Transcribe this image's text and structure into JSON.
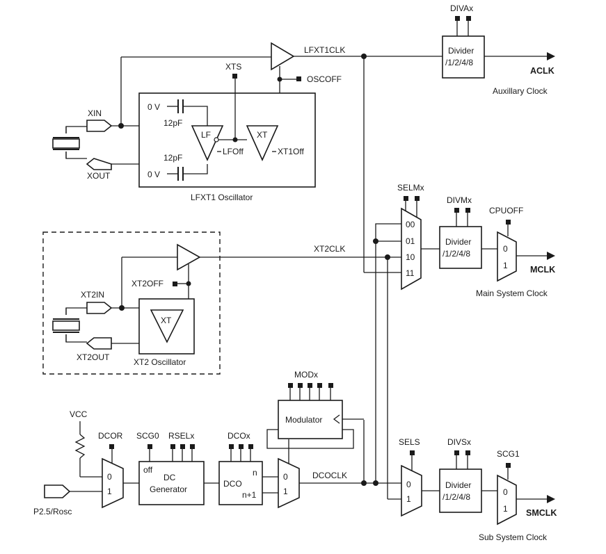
{
  "signals": {
    "lfxt1clk": "LFXT1CLK",
    "xt2clk": "XT2CLK",
    "dcoclk": "DCOCLK"
  },
  "pins": {
    "xin": "XIN",
    "xout": "XOUT",
    "xt2in": "XT2IN",
    "xt2out": "XT2OUT",
    "rosc": "P2.5/Rosc",
    "vcc": "VCC"
  },
  "controls": {
    "xts": "XTS",
    "oscoff": "OSCOFF",
    "xt2off": "XT2OFF",
    "selm": "SELMx",
    "divm": "DIVMx",
    "cpuoff": "CPUOFF",
    "diva": "DIVAx",
    "sels": "SELS",
    "divs": "DIVSx",
    "scg1": "SCG1",
    "mod": "MODx",
    "dcor": "DCOR",
    "scg0": "SCG0",
    "rsel": "RSELx",
    "dco": "DCOx"
  },
  "lfxt1": {
    "title": "LFXT1 Oscillator",
    "zero_v": "0 V",
    "cap": "12pF",
    "lf": "LF",
    "xt": "XT",
    "lfoff": "LFOff",
    "xt1off": "XT1Off"
  },
  "xt2": {
    "title": "XT2 Oscillator",
    "xt": "XT"
  },
  "divider": {
    "line1": "Divider",
    "line2": "/1/2/4/8"
  },
  "mux_inputs": {
    "selm": [
      "00",
      "01",
      "10",
      "11"
    ],
    "two": [
      "0",
      "1"
    ]
  },
  "modulator": "Modulator",
  "dc_generator": {
    "line1": "DC",
    "line2": "Generator",
    "off": "off"
  },
  "dco_block": {
    "label": "DCO",
    "n": "n",
    "n1": "n+1"
  },
  "outputs": {
    "aclk": "ACLK",
    "aclk_desc": "Auxillary Clock",
    "mclk": "MCLK",
    "mclk_desc": "Main System Clock",
    "smclk": "SMCLK",
    "smclk_desc": "Sub System Clock"
  }
}
